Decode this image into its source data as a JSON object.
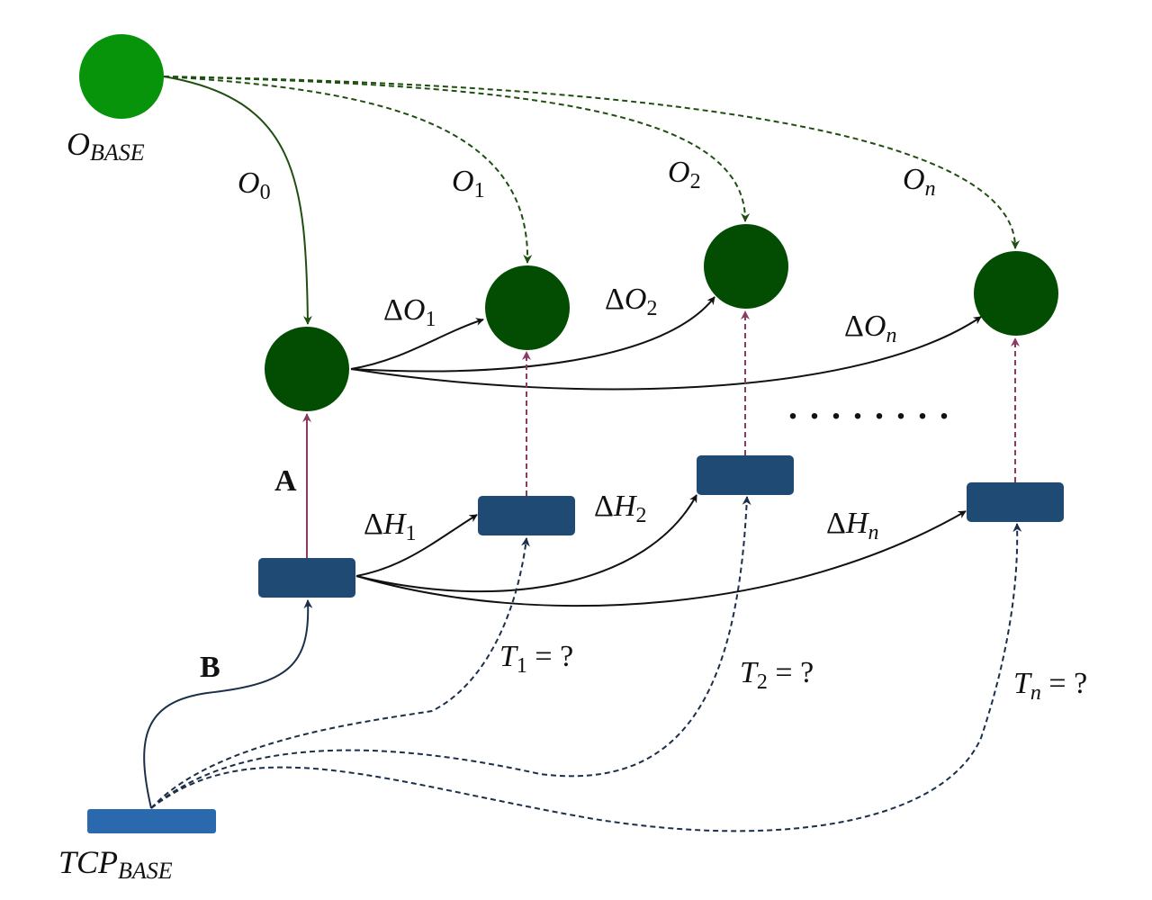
{
  "colors": {
    "base_circle": "#07930a",
    "circle": "#034d03",
    "rect": "#1f4a74",
    "tcp_rect": "#2a69ae",
    "arrow_black": "#111111",
    "arrow_green": "#1e4f10",
    "arrow_purple": "#8b3a62",
    "arrow_navy": "#1b2f4a"
  },
  "labels": {
    "obase_main": "O",
    "obase_sub": "BASE",
    "tcpbase_main": "TCP",
    "tcpbase_sub": "BASE",
    "o0_main": "O",
    "o0_sub": "0",
    "o1_main": "O",
    "o1_sub": "1",
    "o2_main": "O",
    "o2_sub": "2",
    "on_main": "O",
    "on_sub": "n",
    "do1_delta": "Δ",
    "do1_main": "O",
    "do1_sub": "1",
    "do2_delta": "Δ",
    "do2_main": "O",
    "do2_sub": "2",
    "don_delta": "Δ",
    "don_main": "O",
    "don_sub": "n",
    "dh1_delta": "Δ",
    "dh1_main": "H",
    "dh1_sub": "1",
    "dh2_delta": "Δ",
    "dh2_main": "H",
    "dh2_sub": "2",
    "dhn_delta": "Δ",
    "dhn_main": "H",
    "dhn_sub": "n",
    "t1_main": "T",
    "t1_sub": "1",
    "t1_rest": " = ?",
    "t2_main": "T",
    "t2_sub": "2",
    "t2_rest": " = ?",
    "tn_main": "T",
    "tn_sub": "n",
    "tn_rest": " = ?",
    "a_label": "A",
    "b_label": "B",
    "ellipsis": ". . . . . . . ."
  }
}
